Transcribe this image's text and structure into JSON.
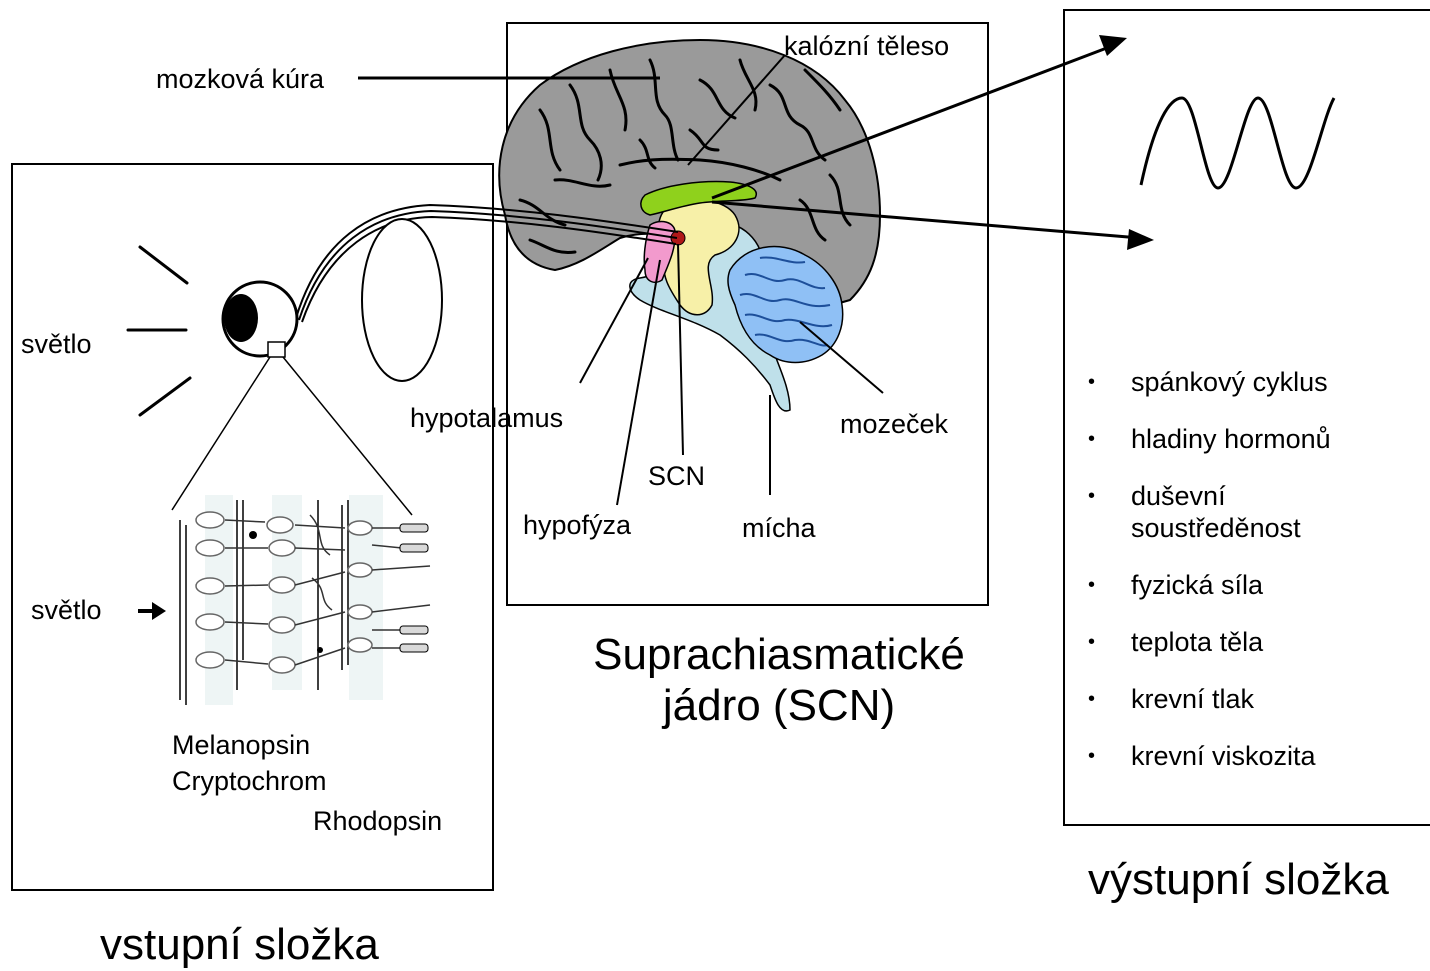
{
  "labels": {
    "cortex": "mozková kúra",
    "corpus_callosum": "kalózní těleso",
    "light_top": "světlo",
    "light_bottom": "světlo",
    "hypothalamus": "hypotalamus",
    "pituitary": "hypofýza",
    "scn": "SCN",
    "spinal_cord": "mícha",
    "cerebellum": "mozeček",
    "melanopsin": "Melanopsin",
    "cryptochrom": "Cryptochrom",
    "rhodopsin": "Rhodopsin"
  },
  "captions": {
    "input": "vstupní složka",
    "scn_line1": "Suprachiasmatické",
    "scn_line2": "jádro (SCN)",
    "output": "výstupní složka"
  },
  "outputs": [
    "spánkový cyklus",
    "hladiny hormonů",
    "duševní soustředěnost",
    "fyzická síla",
    "teplota těla",
    "krevní tlak",
    "krevní viskozita"
  ],
  "colors": {
    "brain_gray": "#9a9a9a",
    "corpus_callosum_green": "#8fd11c",
    "thalamus_yellow": "#f7f0a8",
    "hypothalamus_pink": "#f29acd",
    "scn_red": "#b01818",
    "brainstem_blue": "#bfe0ea",
    "cerebellum_blue": "#8fc0f5"
  }
}
